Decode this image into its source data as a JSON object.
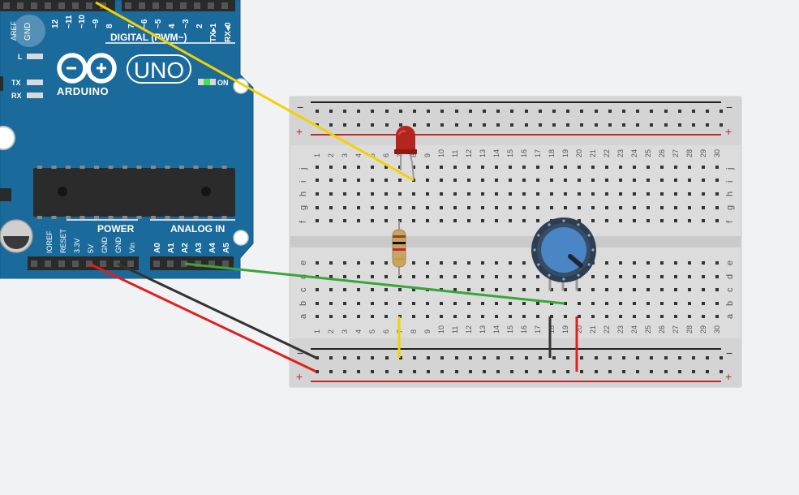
{
  "arduino": {
    "brand": "ARDUINO",
    "model": "UNO",
    "digital_header_label": "DIGITAL (PWM~)",
    "power_label": "POWER",
    "analog_label": "ANALOG IN",
    "on_label": "ON",
    "led_l_label": "L",
    "led_tx_label": "TX",
    "led_rx_label": "RX",
    "aref_label": "AREF",
    "gnd_label": "GND",
    "digital_pins": [
      "12",
      "~11",
      "~10",
      "~9",
      "8",
      "7",
      "~6",
      "~5",
      "4",
      "~3",
      "2",
      "TX▸1",
      "RX◂0"
    ],
    "power_pins": [
      "IOREF",
      "RESET",
      "3.3V",
      "5V",
      "GND",
      "GND",
      "Vin"
    ],
    "analog_pins": [
      "A0",
      "A1",
      "A2",
      "A3",
      "A4",
      "A5"
    ],
    "colors": {
      "board": "#1b6a9c",
      "pcb_text": "#ffffff",
      "header": "#2a2a2a",
      "chip": "#2b2b2b"
    }
  },
  "breadboard": {
    "columns": [
      "1",
      "2",
      "3",
      "4",
      "5",
      "6",
      "7",
      "8",
      "9",
      "10",
      "11",
      "12",
      "13",
      "14",
      "15",
      "16",
      "17",
      "18",
      "19",
      "20",
      "21",
      "22",
      "23",
      "24",
      "25",
      "26",
      "27",
      "28",
      "29",
      "30"
    ],
    "top_rows": [
      "j",
      "i",
      "h",
      "g",
      "f"
    ],
    "bottom_rows": [
      "e",
      "d",
      "c",
      "b",
      "a"
    ],
    "rail_minus": "−",
    "rail_plus": "+",
    "colors": {
      "body": "#dcdcdc",
      "rail_negative": "#222222",
      "rail_positive": "#c62828"
    }
  },
  "components": [
    {
      "name": "red-led",
      "color": "#b3261e"
    },
    {
      "name": "resistor",
      "color": "#c9a366"
    },
    {
      "name": "potentiometer",
      "color": "#4a86c5"
    }
  ],
  "wires": [
    {
      "name": "digital-9-to-led",
      "color": "#f2d200"
    },
    {
      "name": "analog-a2-to-pot-wiper",
      "color": "#3aa53a"
    },
    {
      "name": "gnd-to-negative-rail",
      "color": "#333333"
    },
    {
      "name": "5v-to-positive-rail",
      "color": "#e0201f"
    },
    {
      "name": "resistor-to-negative-rail",
      "color": "#f2d200"
    },
    {
      "name": "pot-to-negative-rail",
      "color": "#333333"
    },
    {
      "name": "pot-to-positive-rail",
      "color": "#e0201f"
    }
  ]
}
